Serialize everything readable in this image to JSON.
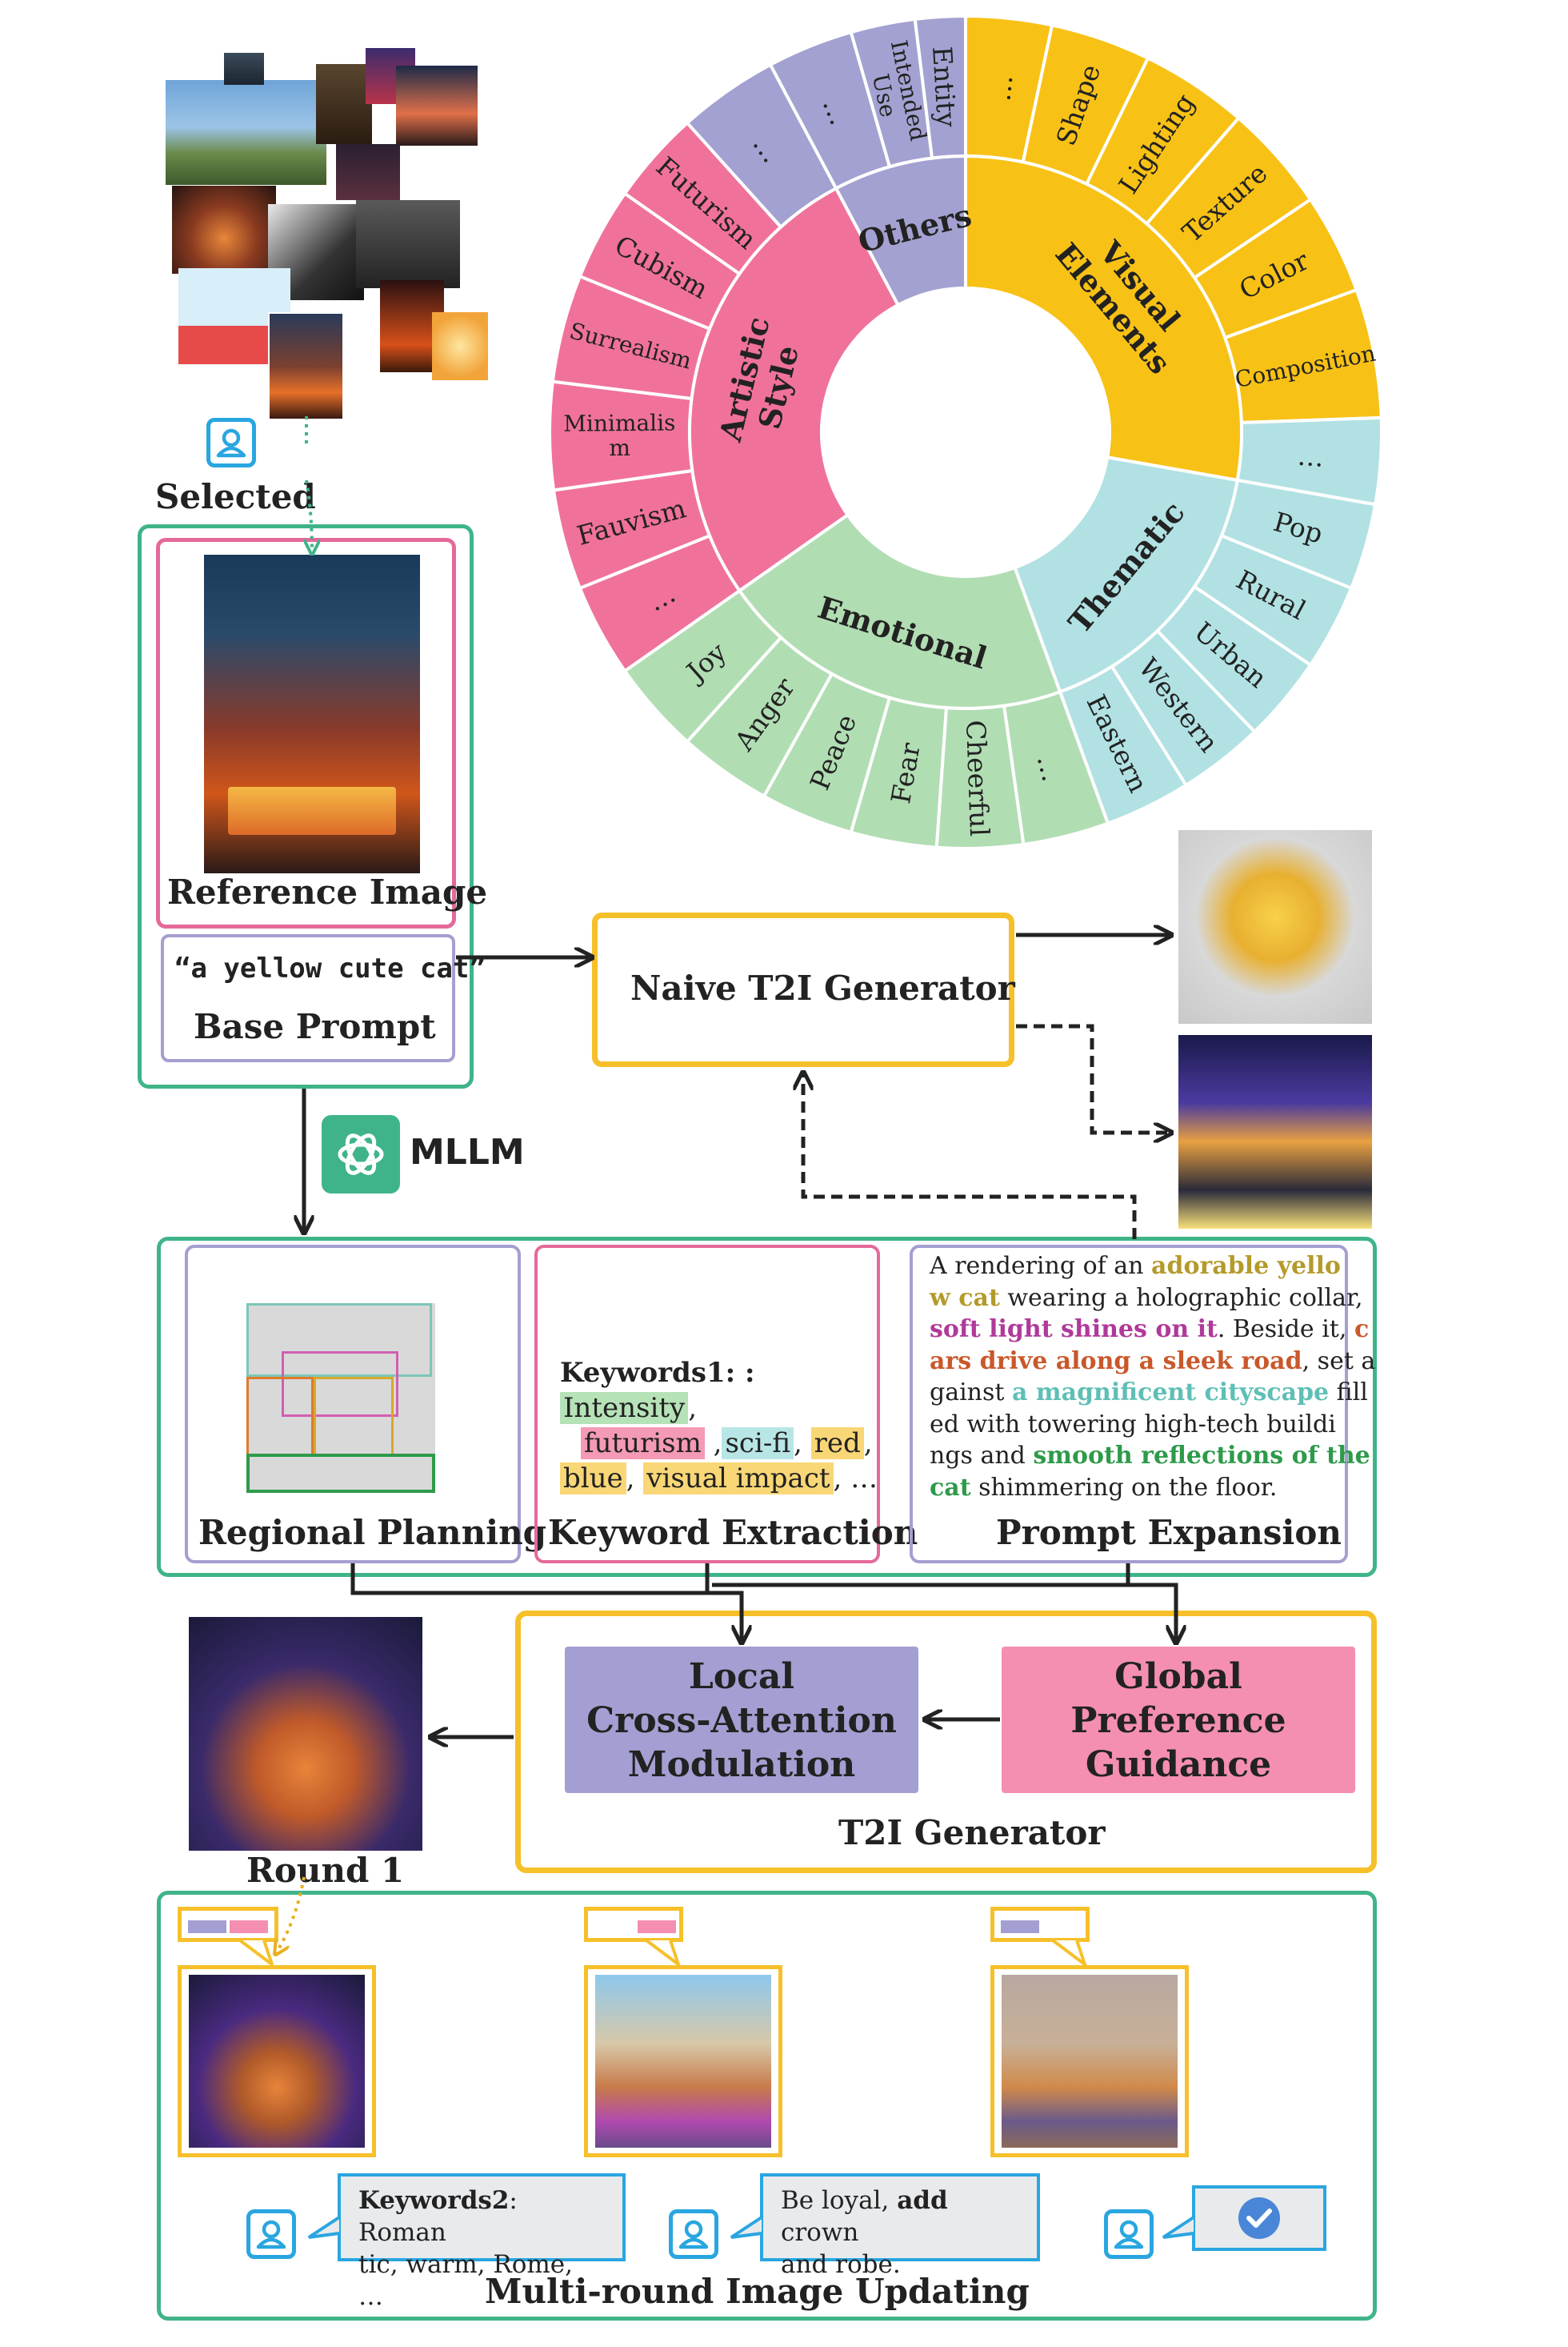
{
  "selected_label": "Selected",
  "reference_image_label": "Reference Image",
  "base_prompt_text": "“a yellow cute cat”",
  "base_prompt_label": "Base Prompt",
  "naive_generator_label": "Naive T2I Generator",
  "mllm_label": "MLLM",
  "regional_planning_label": "Regional Planning",
  "keyword_extraction_label": "Keyword Extraction",
  "prompt_expansion_label": "Prompt Expansion",
  "keywords1_title": "Keywords1: :",
  "keywords1": [
    {
      "text": "Intensity",
      "color": "#b6e2b8"
    },
    {
      "text": "futurism",
      "color": "#f49ab5"
    },
    {
      "text": "sci-fi",
      "color": "#b8e6e6"
    },
    {
      "text": "red",
      "color": "#f9d776"
    },
    {
      "text": "blue",
      "color": "#f9d776"
    },
    {
      "text": "visual impact",
      "color": "#f9d776"
    }
  ],
  "prompt_expansion": {
    "p1": "A rendering of an ",
    "h1": "adorable yello",
    "h1b": "w cat",
    "p2": " wearing a holographic collar,",
    "h2": "soft light shines on it",
    "p3": ". Beside it, ",
    "h3": "c",
    "h3b": "ars drive along a sleek road",
    "p4": ", set a",
    "p4b": "gainst ",
    "h4": "a magnificent cityscape",
    "p5": " fill",
    "p5b": "ed with towering high-tech buildi",
    "p5c": "ngs and ",
    "h5": "smooth reflections of the",
    "h5b": "cat",
    "p6": " shimmering on the floor.",
    "colors": {
      "h1": "#b49a2a",
      "h2": "#b0399a",
      "h3": "#c9582a",
      "h4": "#5fbfb5",
      "h5": "#2e9a4a"
    }
  },
  "local_module_label": "Local\nCross-Attention\nModulation",
  "global_module_label": "Global\nPreference\nGuidance",
  "t2i_generator_label": "T2I Generator",
  "round1_label": "Round 1",
  "keywords2_title": "Keywords2",
  "keywords2_text": ": Roman\ntic, warm, Rome, …",
  "feedback_p1": "Be loyal, ",
  "feedback_bold": "add",
  "feedback_p2": " crown\nand robe.",
  "multi_round_label": "Multi-round Image Updating",
  "wheel": {
    "inner": [
      {
        "name": "Others",
        "start": -28,
        "end": 0,
        "color": "#a3a1d1"
      },
      {
        "name": "Visual\nElements",
        "start": 0,
        "end": 100,
        "color": "#f8c116"
      },
      {
        "name": "Thematic",
        "start": 100,
        "end": 160,
        "color": "#b1e1e3"
      },
      {
        "name": "Emotional",
        "start": 160,
        "end": 235,
        "color": "#b1ddb3"
      },
      {
        "name": "Artistic\nStyle",
        "start": 235,
        "end": 332,
        "color": "#f0729a"
      }
    ],
    "outer": [
      {
        "name": "Entity",
        "start": -7,
        "end": 0,
        "color": "#a3a1d1"
      },
      {
        "name": "Intended\nUse",
        "start": -16,
        "end": -7,
        "color": "#a3a1d1"
      },
      {
        "name": "…",
        "start": -28,
        "end": -16,
        "color": "#a3a1d1"
      },
      {
        "name": "…",
        "start": 0,
        "end": 12,
        "color": "#f8c116"
      },
      {
        "name": "Shape",
        "start": 12,
        "end": 26,
        "color": "#f8c116"
      },
      {
        "name": "Lighting",
        "start": 26,
        "end": 41,
        "color": "#f8c116"
      },
      {
        "name": "Texture",
        "start": 41,
        "end": 56,
        "color": "#f8c116"
      },
      {
        "name": "Color",
        "start": 56,
        "end": 70,
        "color": "#f8c116"
      },
      {
        "name": "Composition",
        "start": 70,
        "end": 88,
        "color": "#f8c116"
      },
      {
        "name": "…",
        "start": 88,
        "end": 100,
        "color": "#b1e1e3"
      },
      {
        "name": "Pop",
        "start": 100,
        "end": 112,
        "color": "#b1e1e3"
      },
      {
        "name": "Rural",
        "start": 112,
        "end": 124,
        "color": "#b1e1e3"
      },
      {
        "name": "Urban",
        "start": 124,
        "end": 136,
        "color": "#b1e1e3"
      },
      {
        "name": "Western",
        "start": 136,
        "end": 148,
        "color": "#b1e1e3"
      },
      {
        "name": "Eastern",
        "start": 148,
        "end": 160,
        "color": "#b1e1e3"
      },
      {
        "name": "…",
        "start": 160,
        "end": 172,
        "color": "#b1ddb3"
      },
      {
        "name": "Cheerful",
        "start": 172,
        "end": 184,
        "color": "#b1ddb3"
      },
      {
        "name": "Fear",
        "start": 184,
        "end": 196,
        "color": "#b1ddb3"
      },
      {
        "name": "Peace",
        "start": 196,
        "end": 209,
        "color": "#b1ddb3"
      },
      {
        "name": "Anger",
        "start": 209,
        "end": 222,
        "color": "#b1ddb3"
      },
      {
        "name": "Joy",
        "start": 222,
        "end": 235,
        "color": "#b1ddb3"
      },
      {
        "name": "…",
        "start": 235,
        "end": 248,
        "color": "#f0729a"
      },
      {
        "name": "Fauvism",
        "start": 248,
        "end": 262,
        "color": "#f0729a"
      },
      {
        "name": "Minimalis\nm",
        "start": 262,
        "end": 277,
        "color": "#f0729a"
      },
      {
        "name": "Surrealism",
        "start": 277,
        "end": 292,
        "color": "#f0729a"
      },
      {
        "name": "Cubism",
        "start": 292,
        "end": 305,
        "color": "#f0729a"
      },
      {
        "name": "Futurism",
        "start": 305,
        "end": 318,
        "color": "#f0729a"
      },
      {
        "name": "…",
        "start": 318,
        "end": 332,
        "color": "#a3a1d1"
      }
    ]
  },
  "colors": {
    "green_border": "#3fb489",
    "pink_border": "#e4699a",
    "purple_border": "#a49fd0",
    "yellow_border": "#f6c02a",
    "local_fill": "#a49fd2",
    "global_fill": "#f48fb1",
    "user_blue": "#29a6e0"
  }
}
